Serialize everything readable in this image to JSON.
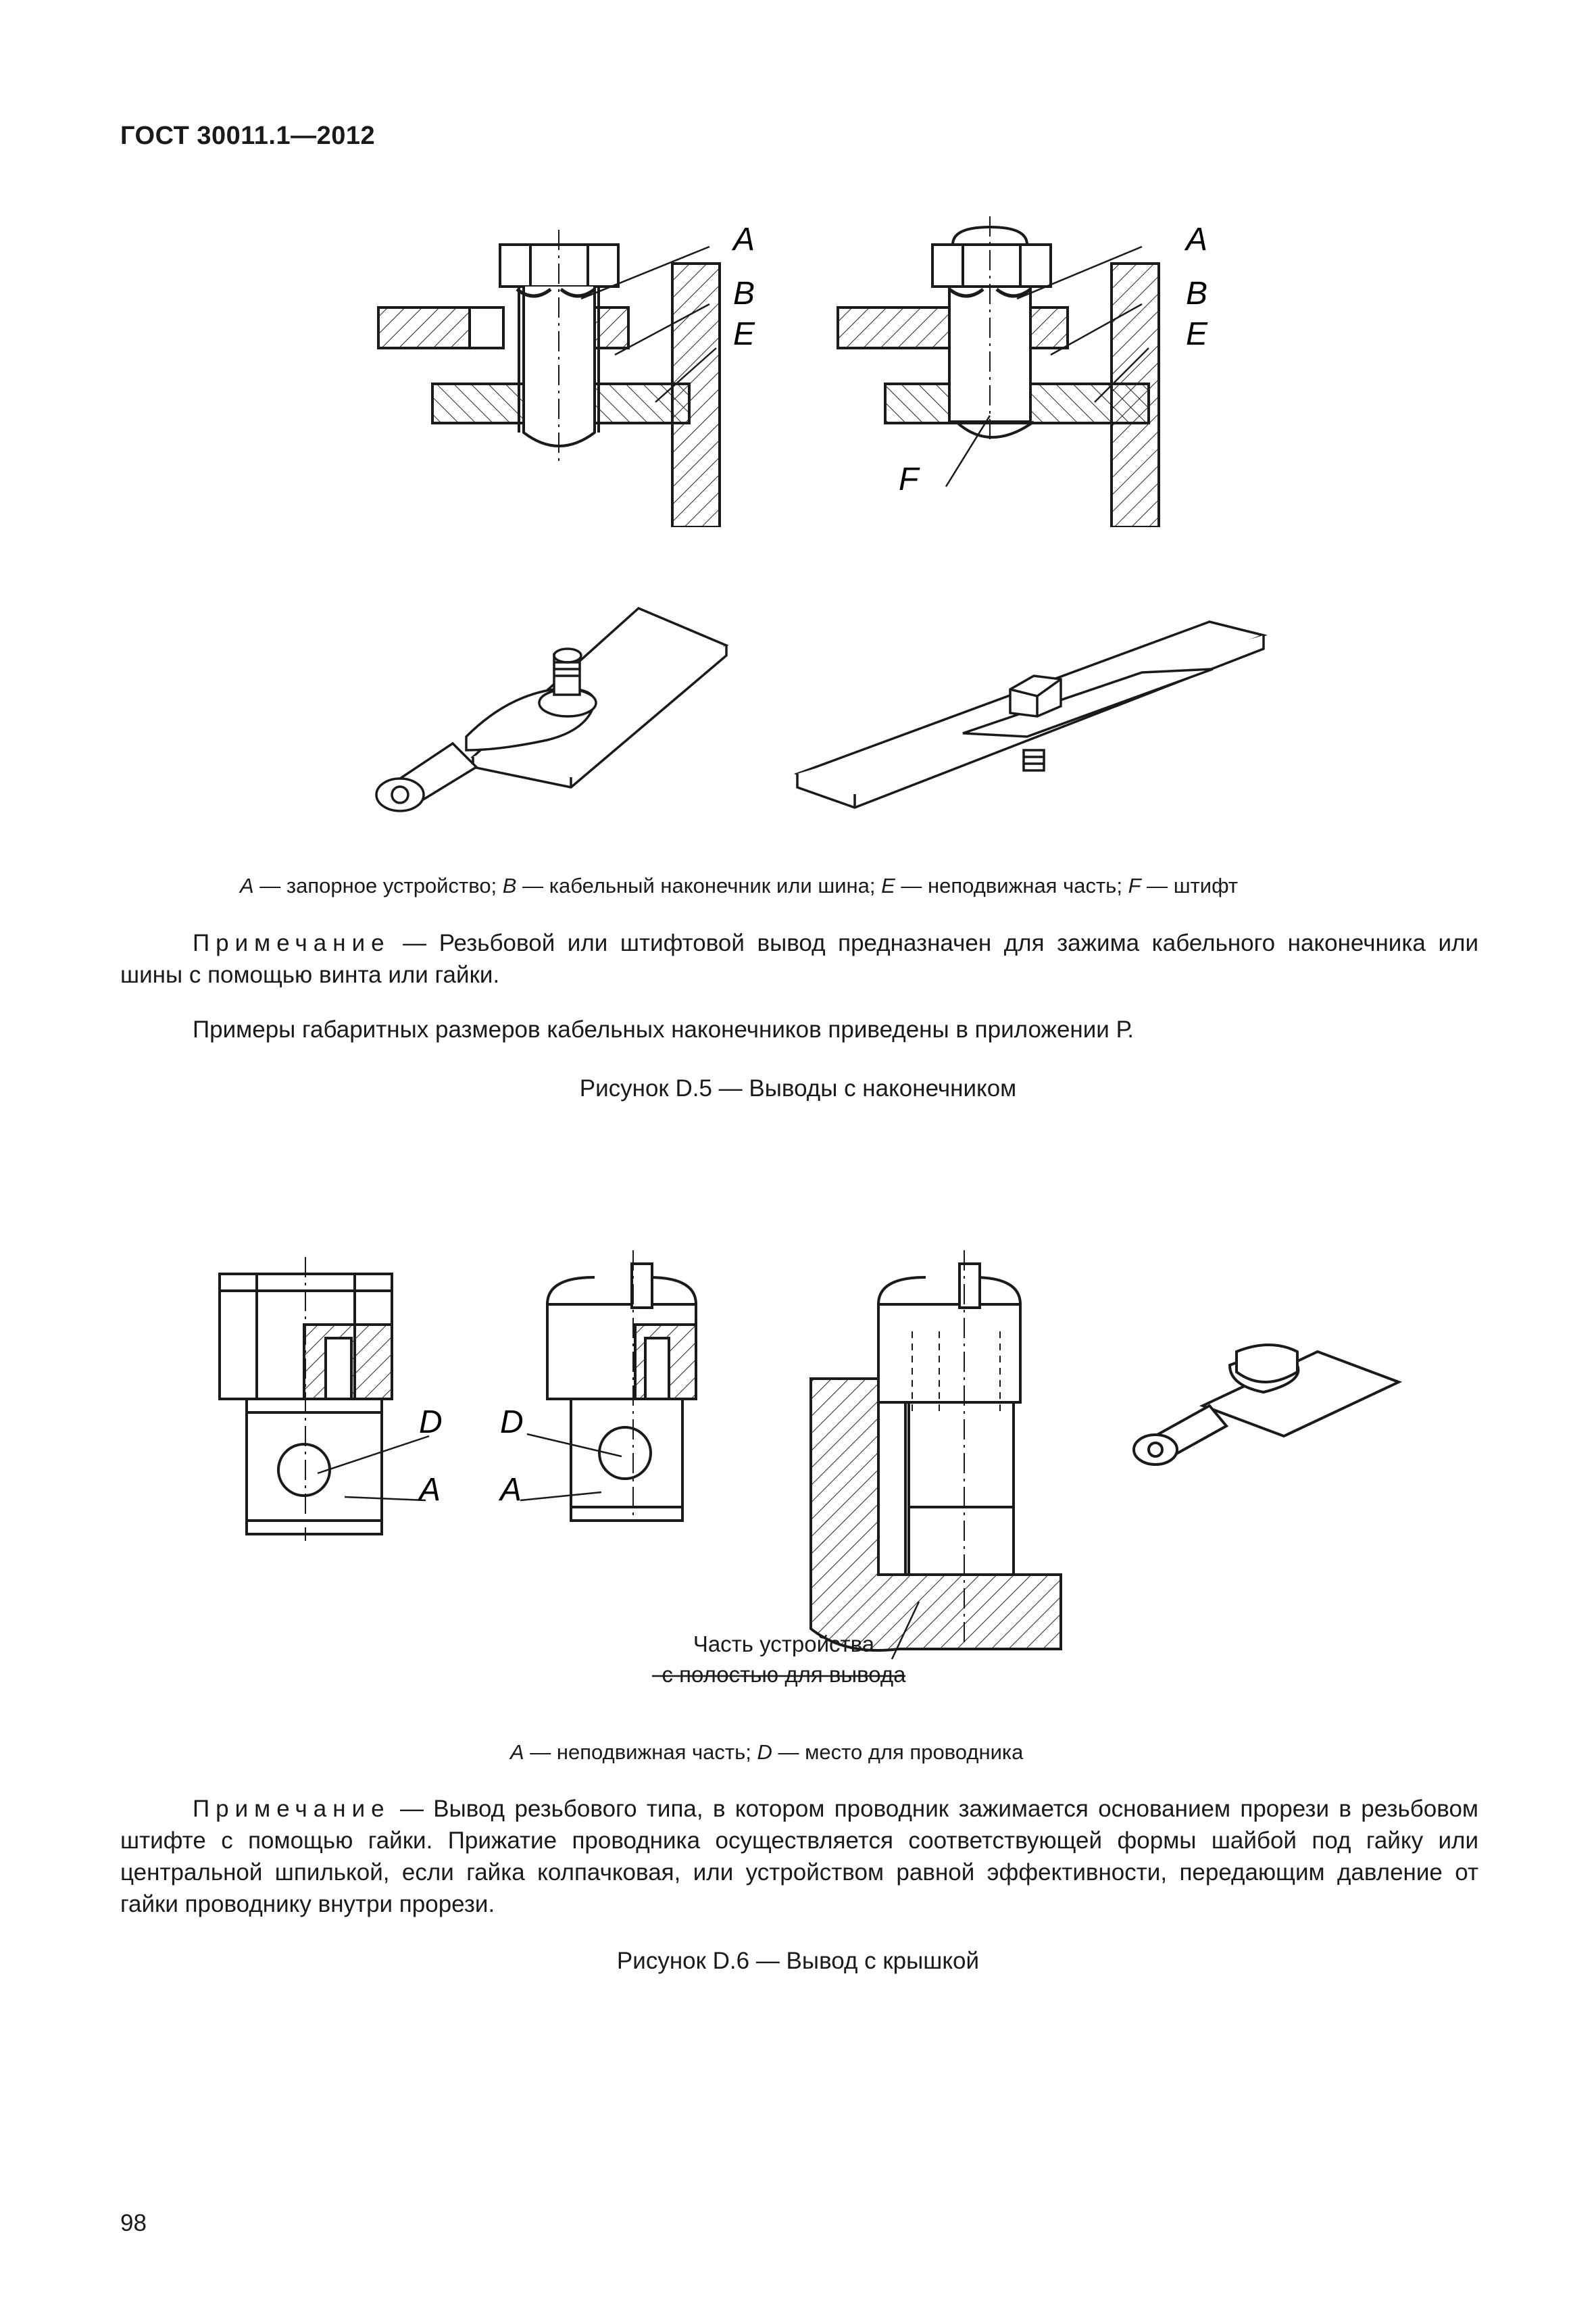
{
  "header": {
    "title": "ГОСТ 30011.1—2012"
  },
  "figure_d5": {
    "labels": {
      "a": "A",
      "b": "B",
      "e": "E",
      "f": "F"
    },
    "legend": {
      "a_key": "A",
      "a_text": " — запорное устройство; ",
      "b_key": "B",
      "b_text": " — кабельный наконечник или шина; ",
      "e_key": "E",
      "e_text": " — неподвижная часть; ",
      "f_key": "F",
      "f_text": " — штифт"
    },
    "note_label": "Примечание",
    "note_text": " — Резьбовой или штифтовой вывод предназначен для зажима кабельного наконечника или шины с помощью винта или гайки.",
    "examples": "Примеры габаритных размеров кабельных наконечников приведены в приложении Р.",
    "caption": "Рисунок  D.5 — Выводы с наконечником"
  },
  "figure_d6": {
    "labels": {
      "d": "D",
      "a": "A"
    },
    "part_line1": "Часть устройства",
    "part_line2": "с полостью для вывода",
    "legend": {
      "a_key": "A",
      "a_text": " — неподвижная часть; ",
      "d_key": "D",
      "d_text": " — место для проводника"
    },
    "note_label": "Примечание",
    "note_text": " — Вывод резьбового типа, в котором проводник зажимается основанием прорези в резьбовом штифте с помощью гайки. Прижатие проводника осуществляется соответствующей формы шайбой под гайку или центральной шпилькой, если гайка колпачковая, или устройством равной эффективности, передающим давление от гайки проводнику внутри прорези.",
    "caption": "Рисунок D.6 — Вывод с крышкой"
  },
  "footer": {
    "page_number": "98"
  }
}
